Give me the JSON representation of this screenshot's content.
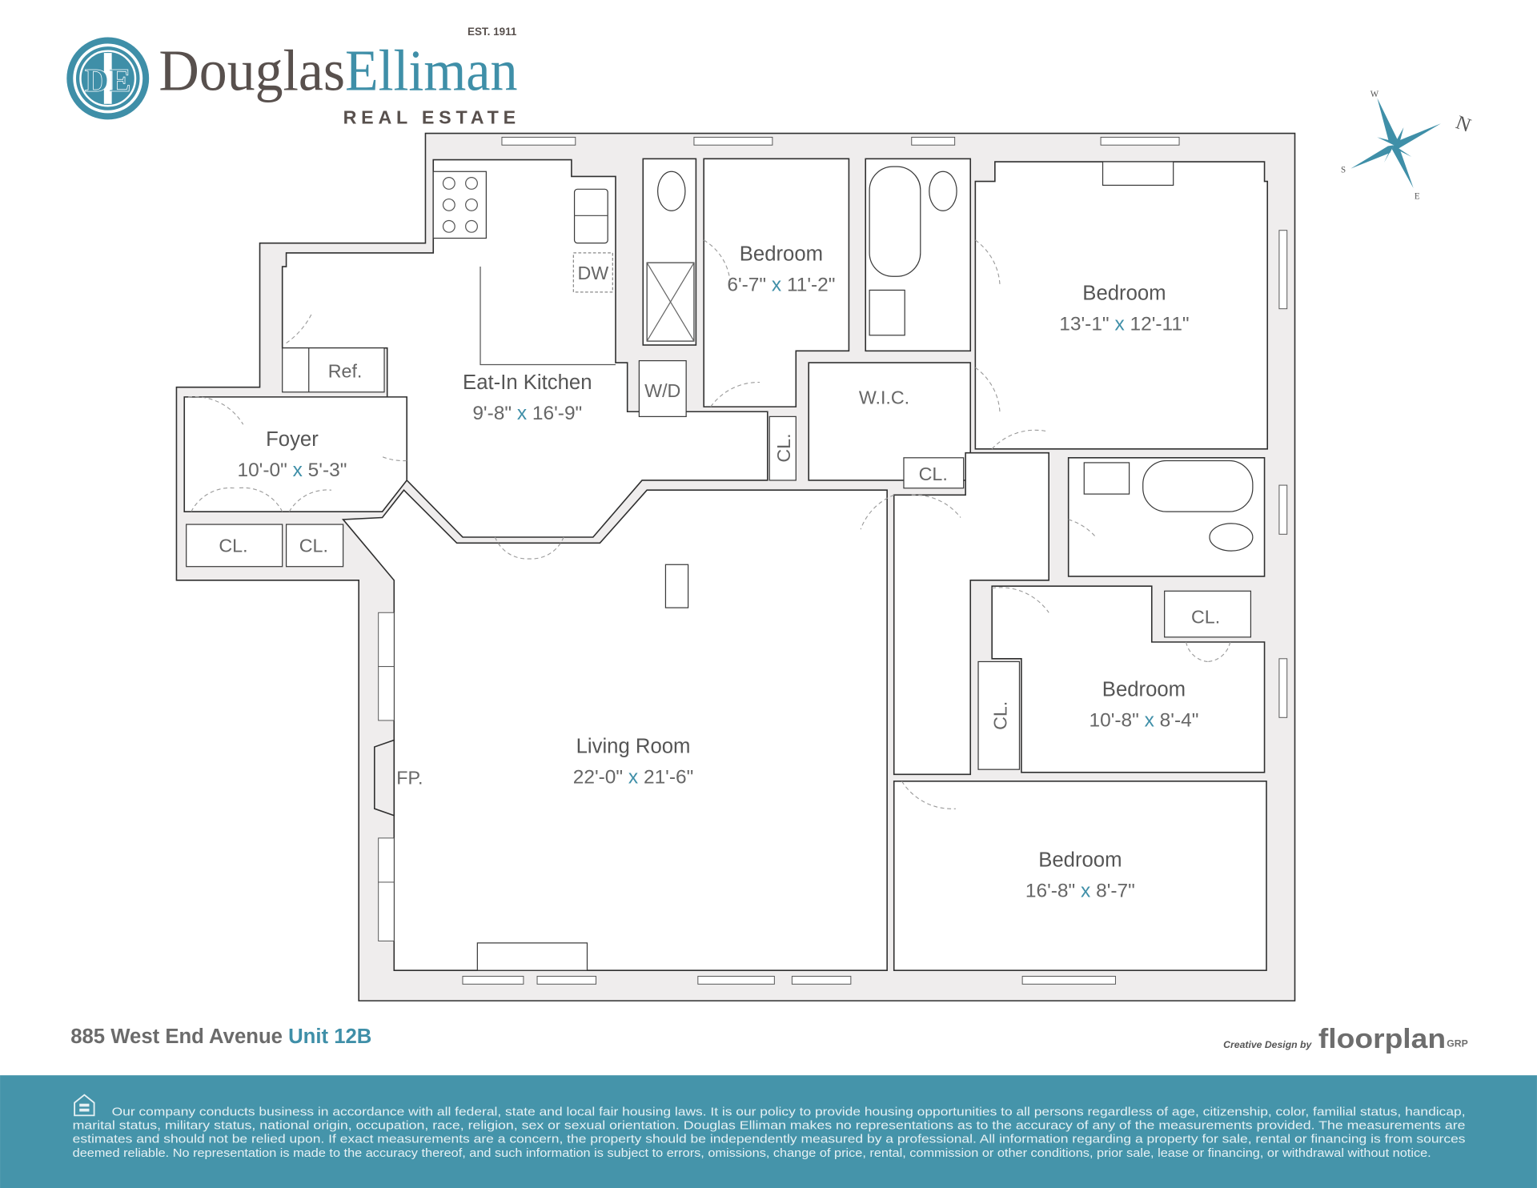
{
  "brand": {
    "logo_monogram": "DE",
    "name_part1": "Douglas",
    "name_part2": "Elliman",
    "established": "EST. 1911",
    "tagline": "REAL ESTATE",
    "colors": {
      "brand_blue": "#3f8fa8",
      "brand_gray": "#58504d",
      "footer_bg": "#4594aa"
    }
  },
  "compass": {
    "north": "N",
    "south": "S",
    "east": "E",
    "west": "W"
  },
  "rooms": [
    {
      "name": "Bedroom",
      "dim_a": "6'-7\"",
      "dim_x": "x",
      "dim_b": "11'-2\""
    },
    {
      "name": "Bedroom",
      "dim_a": "13'-1\"",
      "dim_x": "x",
      "dim_b": "12'-11\""
    },
    {
      "name": "Eat-In Kitchen",
      "dim_a": "9'-8\"",
      "dim_x": "x",
      "dim_b": "16'-9\""
    },
    {
      "name": "Foyer",
      "dim_a": "10'-0\"",
      "dim_x": "x",
      "dim_b": "5'-3\""
    },
    {
      "name": "Living Room",
      "dim_a": "22'-0\"",
      "dim_x": "x",
      "dim_b": "21'-6\""
    },
    {
      "name": "Bedroom",
      "dim_a": "10'-8\"",
      "dim_x": "x",
      "dim_b": "8'-4\""
    },
    {
      "name": "Bedroom",
      "dim_a": "16'-8\"",
      "dim_x": "x",
      "dim_b": "8'-7\""
    }
  ],
  "labels": {
    "refrigerator": "Ref.",
    "dishwasher": "DW",
    "washer_dryer": "W/D",
    "walk_in_closet": "W.I.C.",
    "closet": "CL.",
    "fireplace": "FP."
  },
  "address": {
    "street": "885 West End Avenue",
    "unit": "Unit 12B"
  },
  "credit": {
    "prefix": "Creative Design by",
    "brand": "floorplan",
    "suffix": "GRP"
  },
  "disclaimer": {
    "icon": "equal-housing-icon",
    "lines": [
      "Our company conducts business in accordance with all federal, state and local fair housing laws. It is our policy to provide housing opportunities to all persons regardless of age, citizenship, color, familial status, handicap,",
      "marital status, military status, national origin, occupation, race, religion, sex or sexual orientation. Douglas Elliman makes no representations as to the accuracy of any of the measurements provided. The measurements are",
      "estimates and should not be relied upon. If exact measurements are a concern, the property should be independently measured by a professional. All information regarding a property for sale, rental or financing is from sources",
      "deemed reliable. No representation is made to the accuracy thereof, and such information is subject to errors, omissions, change of price, rental, commission or other conditions, prior sale, lease or financing, or withdrawal without notice."
    ]
  }
}
